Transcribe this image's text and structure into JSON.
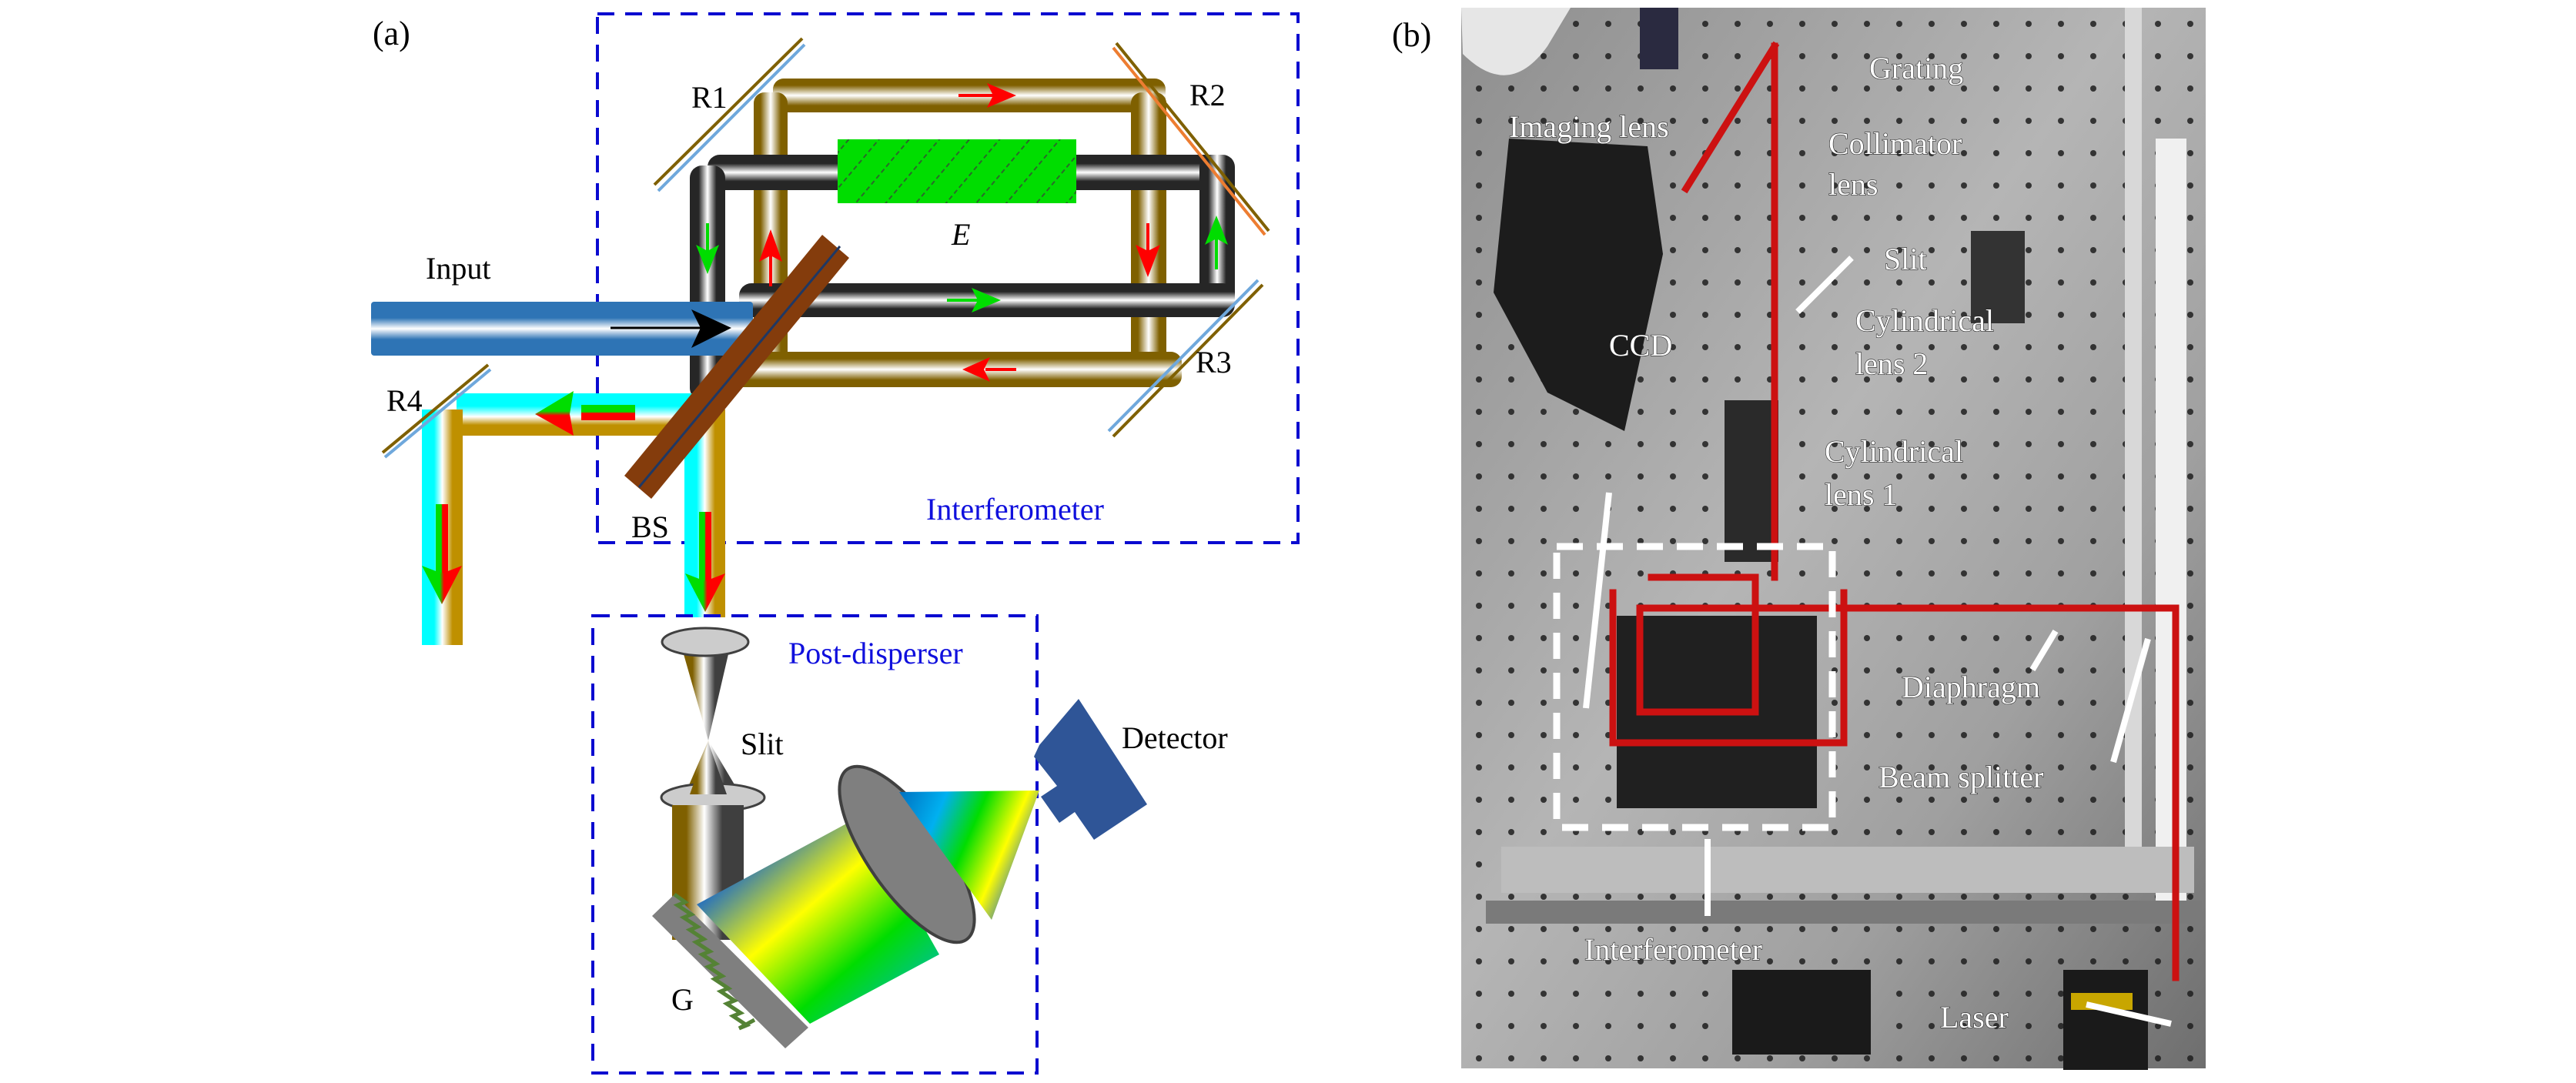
{
  "figure": {
    "panel_a": {
      "label": "(a)",
      "input_label": "Input",
      "mirrors": [
        "R1",
        "R2",
        "R3",
        "R4"
      ],
      "beam_splitter_label": "BS",
      "element_label": "E",
      "interferometer_label": "Interferometer",
      "post_disperser_label": "Post-disperser",
      "slit_label": "Slit",
      "grating_label": "G",
      "detector_label": "Detector",
      "colors": {
        "box_dash": "#0a0ad0",
        "input_beam": "#2e74b5",
        "gold_beam": "#7f6000",
        "black_beam": "#262626",
        "output_cyan": "#00ffff",
        "output_gold": "#bf9000",
        "element_green": "#00dd00",
        "beam_splitter": "#843c0c",
        "detector": "#2f5597",
        "arrow_red": "#ff0000",
        "arrow_green": "#00cc00"
      }
    },
    "panel_b": {
      "label": "(b)",
      "annotations": {
        "grating": "Grating",
        "imaging_lens": "Imaging lens",
        "collimator_1": "Collimator",
        "collimator_2": "lens",
        "slit": "Slit",
        "ccd": "CCD",
        "cyl2_1": "Cylindrical",
        "cyl2_2": "lens 2",
        "cyl1_1": "Cylindrical",
        "cyl1_2": "lens 1",
        "diaphragm": "Diaphragm",
        "beam_splitter": "Beam splitter",
        "interferometer": "Interferometer",
        "laser": "Laser"
      },
      "colors": {
        "beam_path": "#cc1111",
        "annotation": "#ffffff"
      }
    }
  }
}
